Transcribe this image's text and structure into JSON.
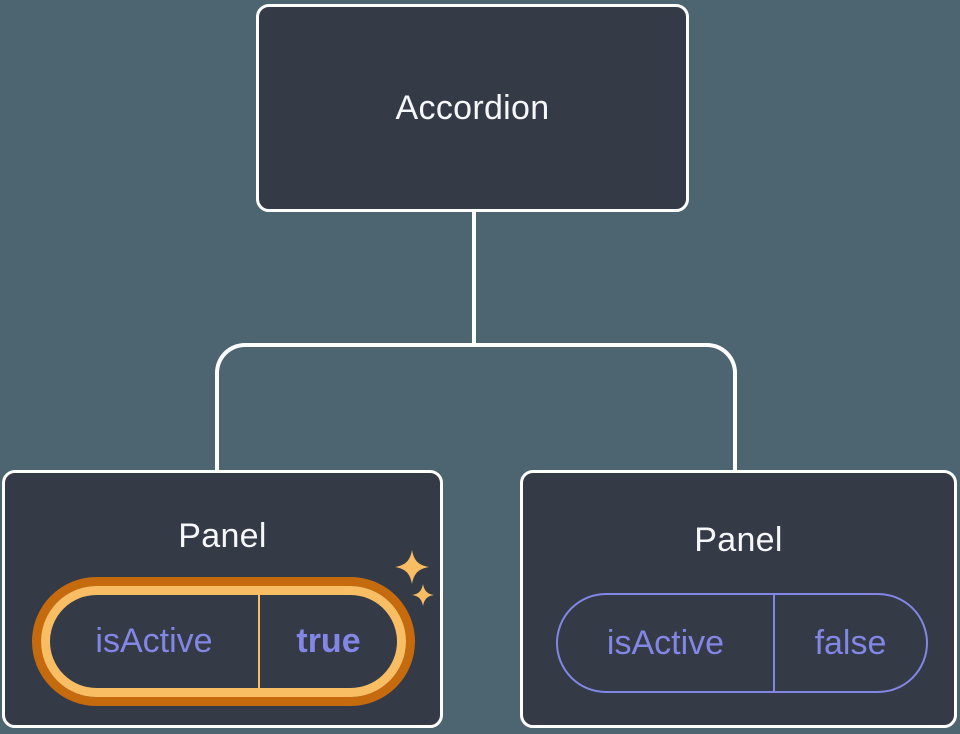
{
  "diagram": {
    "description": "Component tree: Accordion parent with two Panel children holding isActive state",
    "root": {
      "label": "Accordion"
    },
    "panels": [
      {
        "label": "Panel",
        "state": {
          "key": "isActive",
          "value": "true"
        },
        "highlighted": true,
        "icon": "sparkles-icon"
      },
      {
        "label": "Panel",
        "state": {
          "key": "isActive",
          "value": "false"
        },
        "highlighted": false
      }
    ],
    "colors": {
      "background": "#4D6570",
      "node_fill": "#343A46",
      "node_border": "#FFFFFF",
      "connector": "#FFFFFF",
      "state_purple": "#8287E5",
      "highlight_ring_outer": "#C66A0E",
      "highlight_ring_inner": "#F9BE63",
      "sparkle": "#F9BE63"
    }
  }
}
